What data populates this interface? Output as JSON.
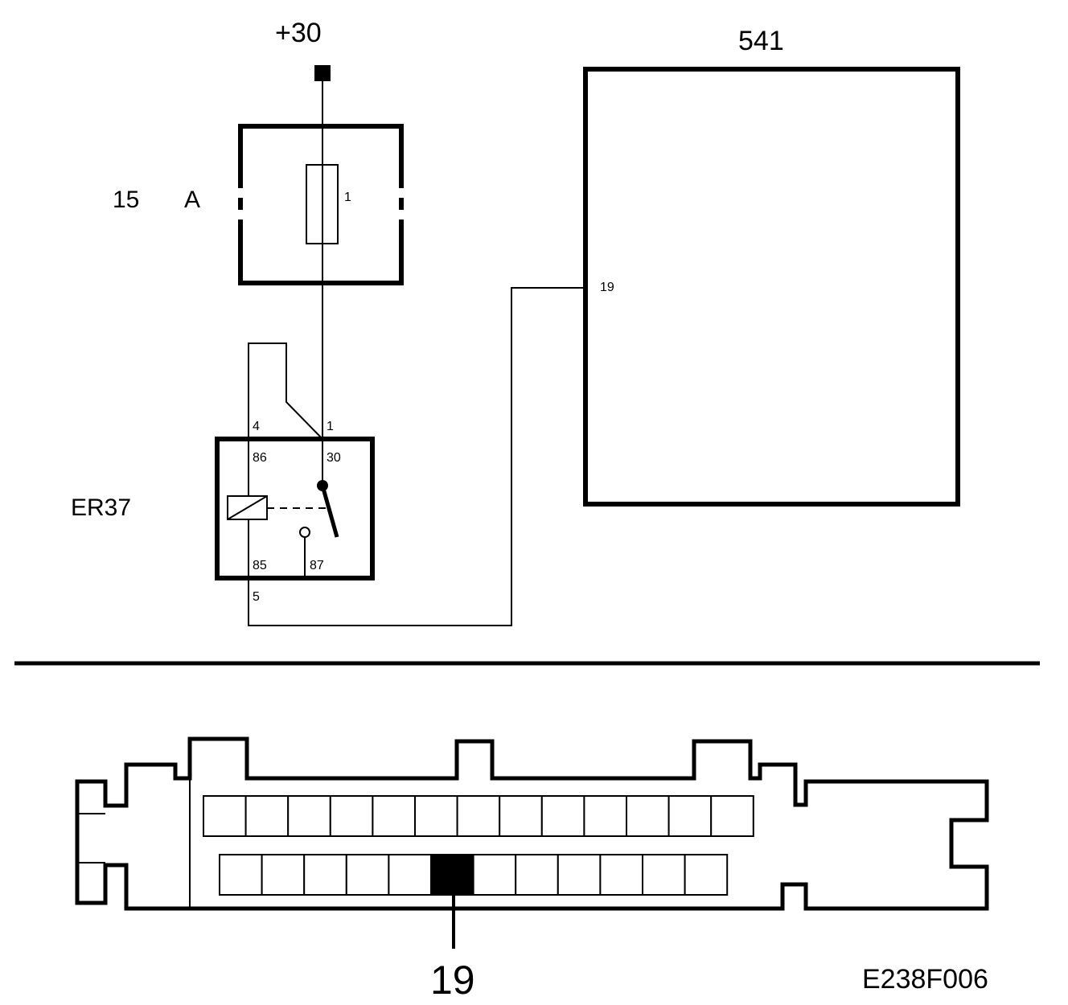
{
  "labels": {
    "supply": "+30",
    "fuse_rating": "15",
    "fuse_unit": "A",
    "fuse_number": "1",
    "module": "541",
    "module_pin": "19",
    "relay": "ER37",
    "relay_top_left_pin": "4",
    "relay_top_right_pin": "1",
    "relay_terminal_86": "86",
    "relay_terminal_30": "30",
    "relay_terminal_85": "85",
    "relay_terminal_87": "87",
    "relay_bottom_pin": "5",
    "connector_pin": "19",
    "figure_code": "E238F006"
  },
  "connector": {
    "top_row_cavities": 13,
    "bottom_row_cavities": 12,
    "highlighted_bottom_index": 5
  }
}
